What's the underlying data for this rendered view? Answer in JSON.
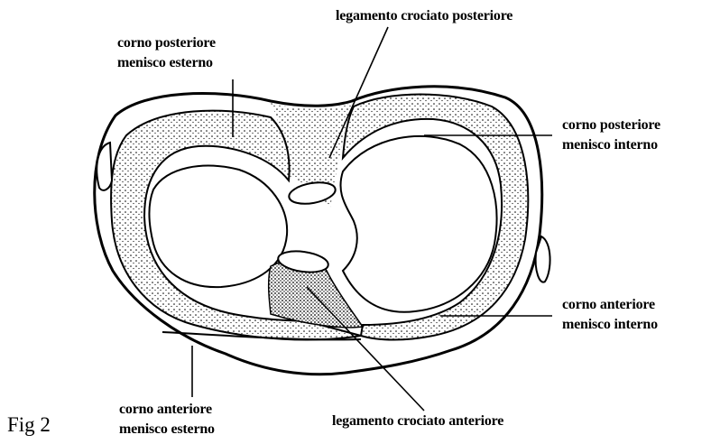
{
  "figure": {
    "caption": "Fig 2",
    "labels": {
      "lcp": "legamento crociato posteriore",
      "posterior_horn_lateral": [
        "corno posteriore",
        "menisco esterno"
      ],
      "posterior_horn_medial": [
        "corno posteriore",
        "menisco interno"
      ],
      "anterior_horn_medial": [
        "corno anteriore",
        "menisco interno"
      ],
      "anterior_horn_lateral": [
        "corno anteriore",
        "menisco esterno"
      ],
      "lca": "legamento crociato anteriore"
    }
  },
  "colors": {
    "ink": "#000000",
    "background": "#ffffff"
  }
}
